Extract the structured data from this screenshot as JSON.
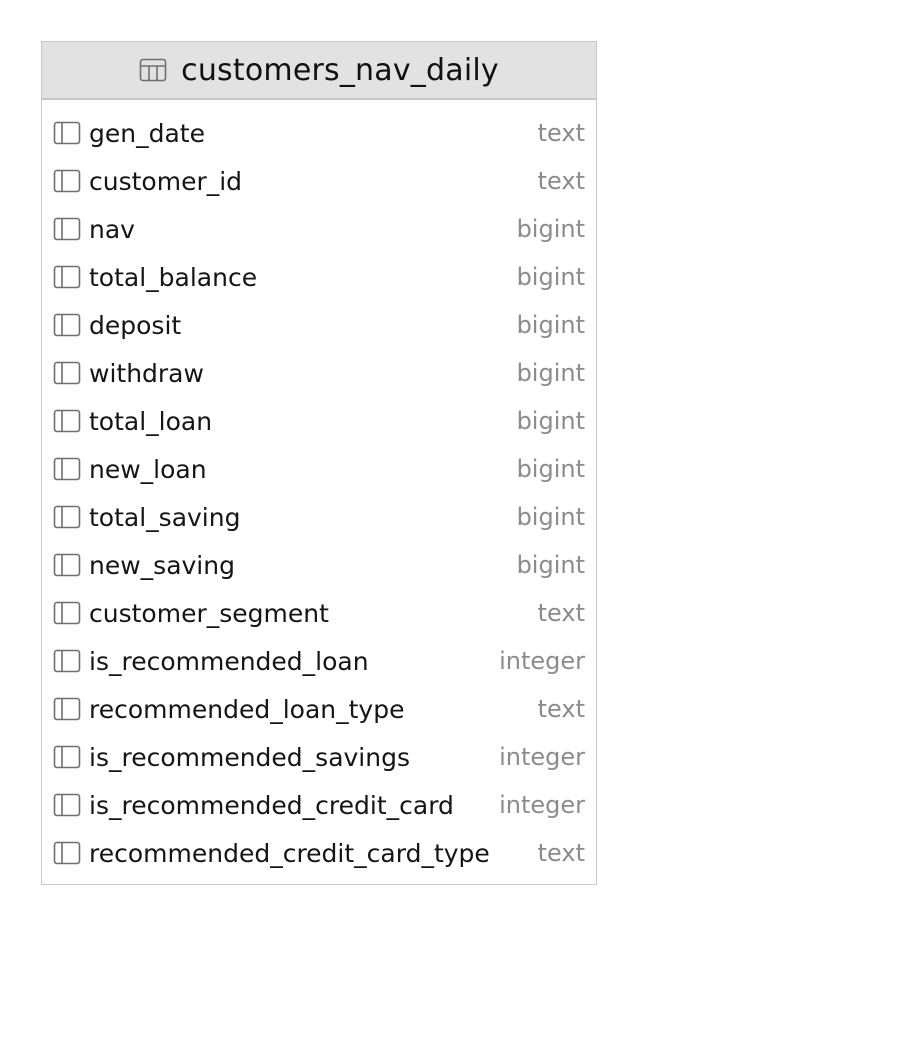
{
  "table": {
    "name": "customers_nav_daily",
    "icon": "table-icon",
    "columns": [
      {
        "name": "gen_date",
        "type": "text"
      },
      {
        "name": "customer_id",
        "type": "text"
      },
      {
        "name": "nav",
        "type": "bigint"
      },
      {
        "name": "total_balance",
        "type": "bigint"
      },
      {
        "name": "deposit",
        "type": "bigint"
      },
      {
        "name": "withdraw",
        "type": "bigint"
      },
      {
        "name": "total_loan",
        "type": "bigint"
      },
      {
        "name": "new_loan",
        "type": "bigint"
      },
      {
        "name": "total_saving",
        "type": "bigint"
      },
      {
        "name": "new_saving",
        "type": "bigint"
      },
      {
        "name": "customer_segment",
        "type": "text"
      },
      {
        "name": "is_recommended_loan",
        "type": "integer"
      },
      {
        "name": "recommended_loan_type",
        "type": "text"
      },
      {
        "name": "is_recommended_savings",
        "type": "integer"
      },
      {
        "name": "is_recommended_credit_card",
        "type": "integer"
      },
      {
        "name": "recommended_credit_card_type",
        "type": "text"
      }
    ]
  },
  "colors": {
    "header_bg": "#e2e2e2",
    "border": "#c8c8c8",
    "type_text": "#8c8c8c",
    "name_text": "#151515",
    "icon_stroke": "#6e6e6e"
  }
}
